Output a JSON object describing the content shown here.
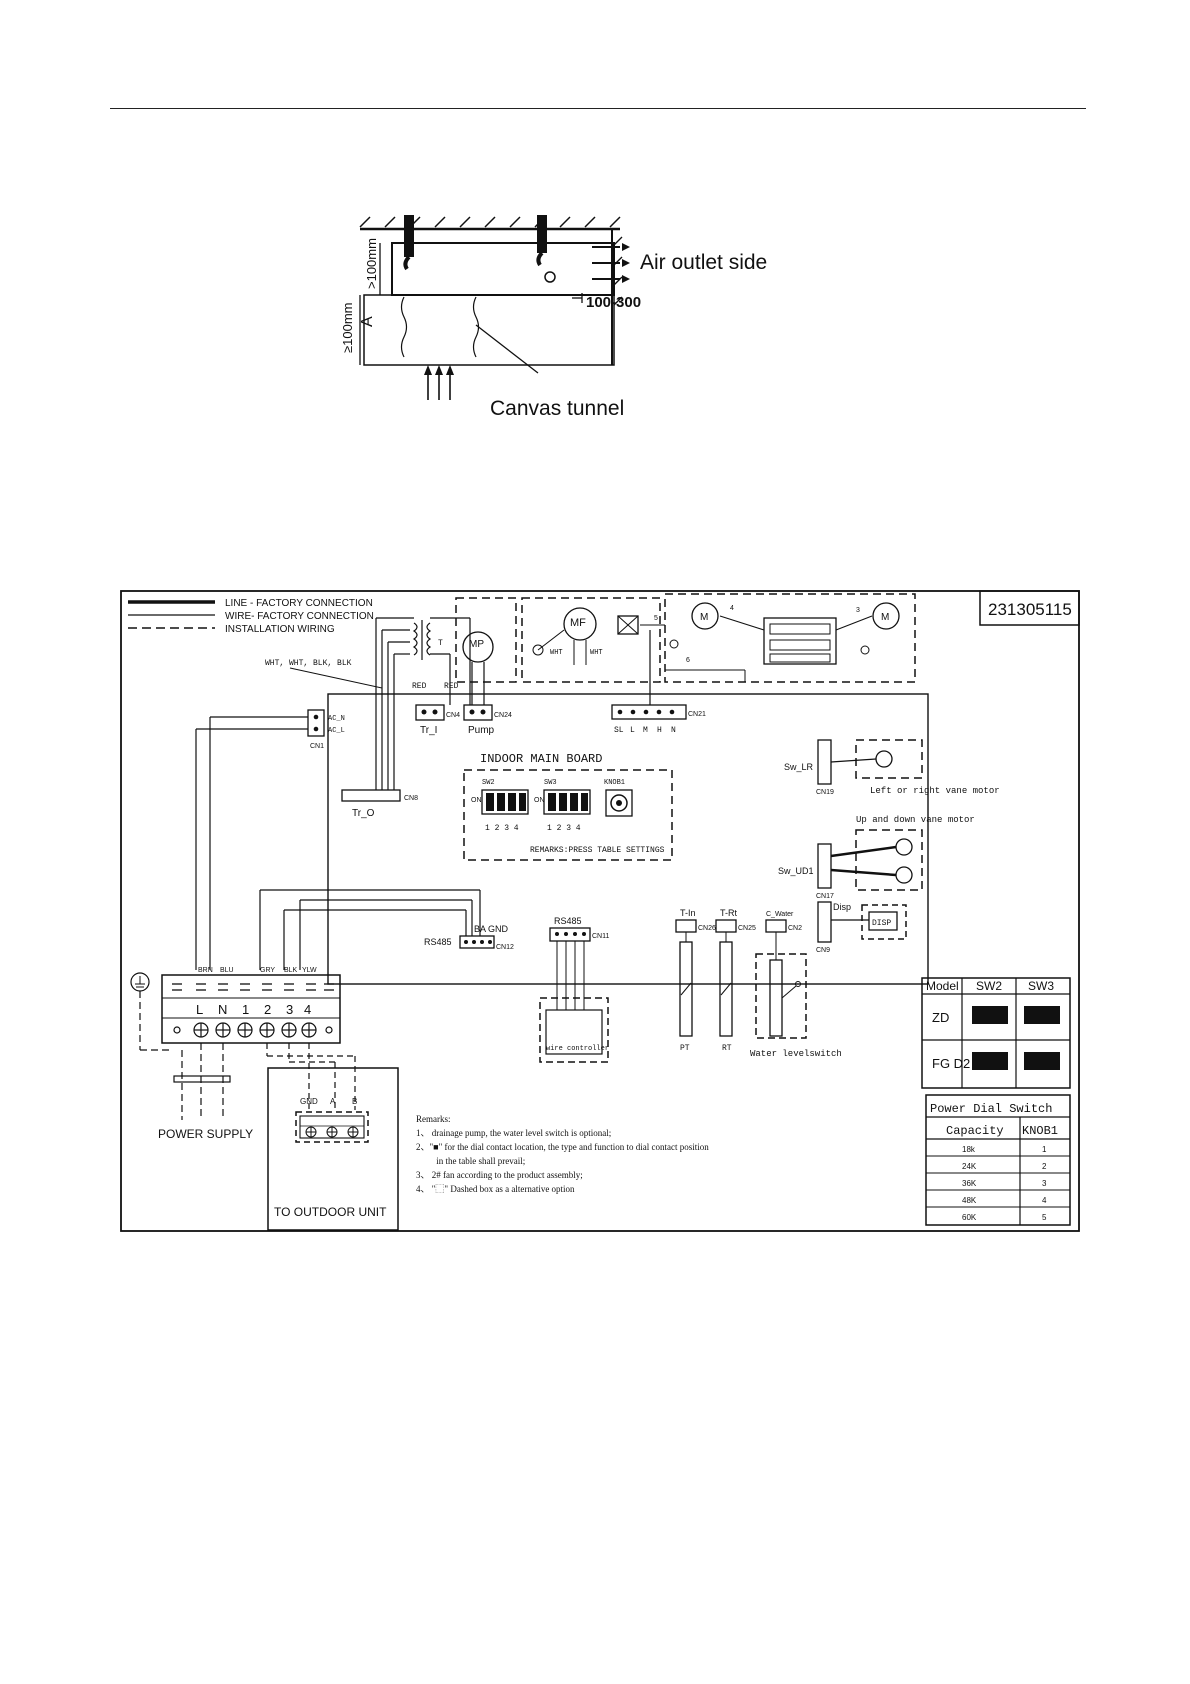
{
  "install_diagram": {
    "air_outlet": "Air outlet side",
    "canvas": "Canvas tunnel",
    "dim_100mm": ">100mm",
    "dim_ge100": "≥100mm",
    "dim_a": "A",
    "dim_range": "100-300"
  },
  "wiring": {
    "doc_number": "231305115",
    "legend": {
      "line": "LINE - FACTORY CONNECTION",
      "wire": "WIRE- FACTORY CONNECTION",
      "install": "INSTALLATION  WIRING"
    },
    "wire_colors": "WHT, WHT, BLK, BLK",
    "red1": "RED",
    "red2": "RED",
    "t_label": "T",
    "mp": "MP",
    "mf": "MF",
    "wht1": "WHT",
    "wht2": "WHT",
    "m_left": "M",
    "m_right": "M",
    "num4": "4",
    "num5": "5",
    "num3": "3",
    "num6": "6",
    "tr_i": "Tr_I",
    "cn4": "CN4",
    "pump": "Pump",
    "cn24": "CN24",
    "cn21": "CN21",
    "sl": "SL",
    "l": "L",
    "m": "M",
    "h": "H",
    "n": "N",
    "ac_n": "AC_N",
    "ac_l": "AC_L",
    "cn1": "CN1",
    "board_title": "INDOOR MAIN BOARD",
    "sw2": "SW2",
    "sw3": "SW3",
    "knob1": "KNOB1",
    "on1": "ON",
    "on2": "ON",
    "digits": "1 2 3 4",
    "remarks_press": "REMARKS:PRESS TABLE SETTINGS",
    "tr_o": "Tr_O",
    "cn8": "CN8",
    "sw_lr": "Sw_LR",
    "cn19": "CN19",
    "lr_motor": "Left or right vane motor",
    "ud_motor": "Up and down vane motor",
    "sw_ud1": "Sw_UD1",
    "cn17": "CN17",
    "disp": "Disp",
    "disp_box": "DISP",
    "cn9": "CN9",
    "ba_gnd": "BA GND",
    "rs485_a": "RS485",
    "cn12": "CN12",
    "rs485_b": "RS485",
    "cn11": "CN11",
    "t_in": "T-In",
    "cn26": "CN26",
    "t_rt": "T-Rt",
    "cn25": "CN25",
    "c_water": "C_Water",
    "cn2": "CN2",
    "pt": "PT",
    "rt": "RT",
    "water_switch": "Water levelswitch",
    "wire_controller": "wire controller",
    "term_colors": [
      "BRN",
      "BLU",
      "GRY",
      "BLK",
      "YLW"
    ],
    "term_labels": [
      "L",
      "N",
      "1",
      "2",
      "3",
      "4"
    ],
    "power_supply": "POWER SUPPLY",
    "outdoor": "TO OUTDOOR UNIT",
    "gnd": "GND",
    "term_a": "A",
    "term_b": "B",
    "remarks": [
      "Remarks:",
      "1、 drainage pump, the water level switch is optional;",
      "2、\"■\" for the dial contact location, the type and function to dial contact position",
      "         in the table shall prevail;",
      "3、 2# fan according to the product assembly;",
      "4、 \"⬚\" Dashed box as a alternative option"
    ],
    "model_table": {
      "headers": [
        "Model",
        "SW2",
        "SW3"
      ],
      "rows": [
        "ZD",
        "FG D2"
      ]
    },
    "power_dial": {
      "title": "Power Dial Switch",
      "headers": [
        "Capacity",
        "KNOB1"
      ],
      "rows": [
        [
          "18k",
          "1"
        ],
        [
          "24K",
          "2"
        ],
        [
          "36K",
          "3"
        ],
        [
          "48K",
          "4"
        ],
        [
          "60K",
          "5"
        ]
      ]
    }
  }
}
